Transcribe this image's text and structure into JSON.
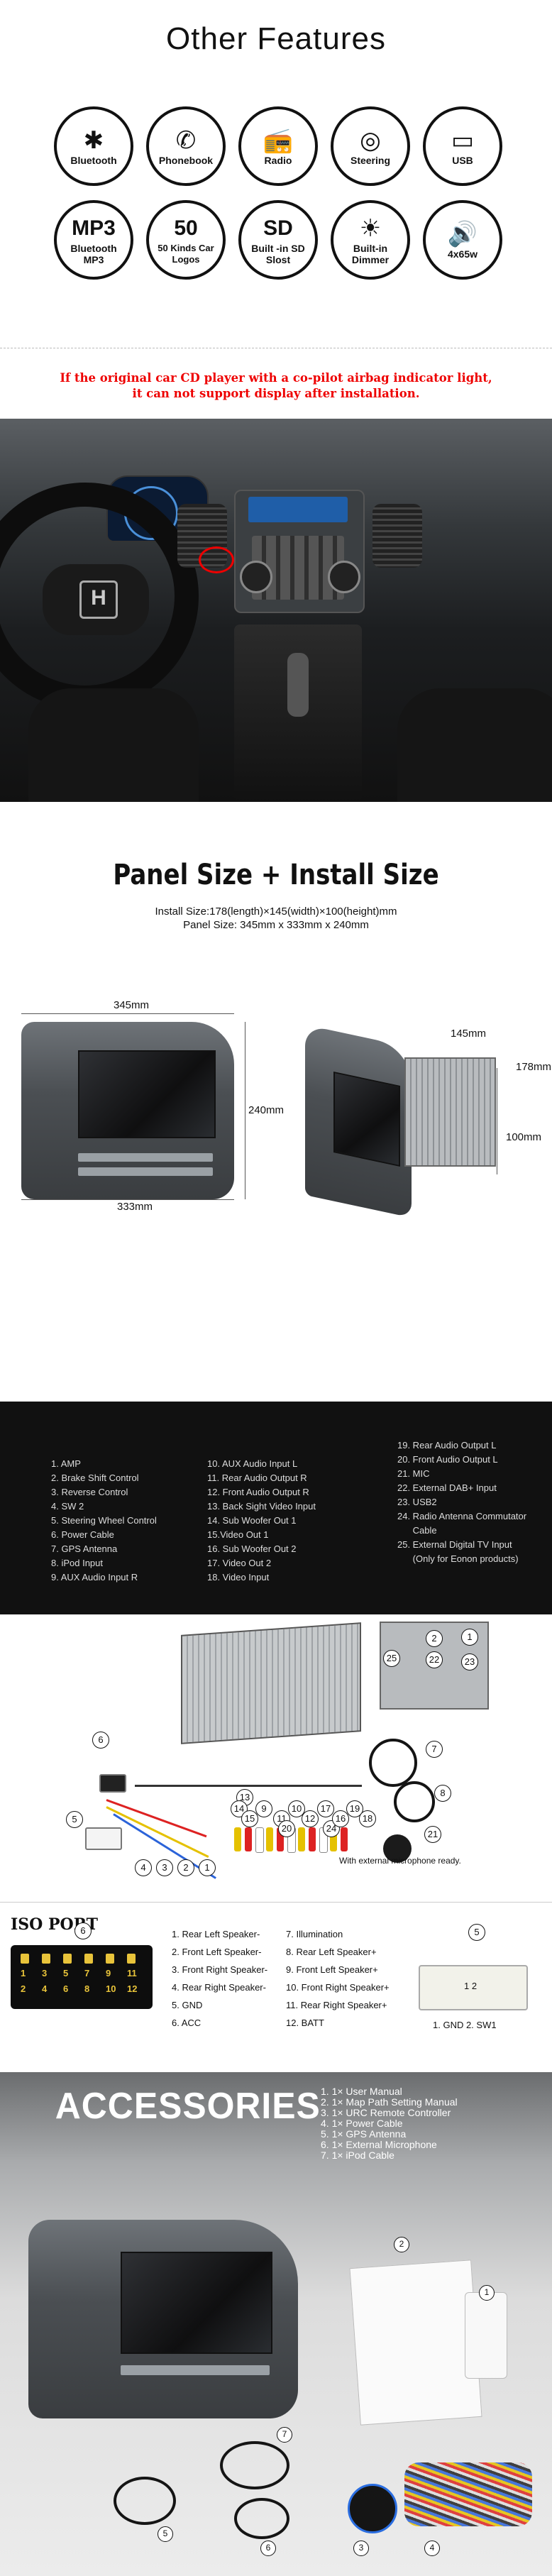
{
  "features": {
    "title": "Other Features",
    "items": [
      {
        "glyph": "✱",
        "label": "Bluetooth"
      },
      {
        "glyph": "✆",
        "label": "Phonebook"
      },
      {
        "glyph": "📻",
        "label": "Radio"
      },
      {
        "glyph": "◎",
        "label": "Steering"
      },
      {
        "glyph": "▭",
        "label": "USB"
      },
      {
        "glyph": "MP3",
        "label": "Bluetooth MP3"
      },
      {
        "glyph": "50",
        "label": "50 Kinds Car Logos"
      },
      {
        "glyph": "SD",
        "label": "Built -in SD Slost"
      },
      {
        "glyph": "☀",
        "label": "Built-in Dimmer"
      },
      {
        "glyph": "🔊",
        "label": "4x65w"
      }
    ]
  },
  "warning": {
    "line1": "If the original car CD player with a co-pilot airbag indicator light,",
    "line2": "it can not support display after installation."
  },
  "car_photo": {
    "logo": "H"
  },
  "panel": {
    "title": "Panel Size + Install Size",
    "install_size": "Install Size:178(length)×145(width)×100(height)mm",
    "panel_size": "Panel Size: 345mm x 333mm x 240mm",
    "dims": {
      "width": "345mm",
      "height": "240mm",
      "depth": "333mm",
      "rear_width": "145mm",
      "rear_length": "178mm",
      "rear_height": "100mm"
    }
  },
  "pins": {
    "col1": [
      "1. AMP",
      "2. Brake Shift Control",
      "3. Reverse Control",
      "4. SW 2",
      "5. Steering Wheel Control",
      "6. Power Cable",
      "7. GPS Antenna",
      "8. iPod Input",
      "9.  AUX Audio Input R"
    ],
    "col2": [
      "10. AUX Audio Input L",
      "11. Rear Audio Output R",
      "12. Front Audio Output R",
      "13. Back Sight Video Input",
      "14. Sub Woofer Out 1",
      "15.Video Out 1",
      "16. Sub Woofer Out 2",
      "17. Video Out 2",
      "18. Video Input"
    ],
    "col3": [
      "19. Rear Audio Output L",
      "20. Front Audio Output L",
      "21. MIC",
      "22. External DAB+ Input",
      "23. USB2",
      "24.  Radio Antenna Commutator",
      "      Cable",
      "25.  External Digital TV Input",
      "      (Only for Eonon products)"
    ]
  },
  "wiring": {
    "note": "With external microphone ready.",
    "labels": [
      "25",
      "2",
      "1",
      "23",
      "22",
      "8",
      "21",
      "24",
      "6",
      "5",
      "4",
      "3",
      "2",
      "1",
      "7",
      "13",
      "14",
      "15",
      "9",
      "11",
      "10",
      "12",
      "17",
      "16",
      "19",
      "18",
      "20"
    ]
  },
  "iso": {
    "title": "ISO PORT",
    "callout": "6",
    "right_callout": "5",
    "connector_labels": [
      "1",
      "3",
      "5",
      "7",
      "9",
      "11",
      "2",
      "4",
      "6",
      "8",
      "10",
      "12"
    ],
    "left_list": [
      "1. Rear Left Speaker-",
      "2. Front Left Speaker-",
      "3. Front Right Speaker-",
      "4. Rear Right Speaker-",
      "5. GND",
      "6. ACC"
    ],
    "right_list": [
      "7. Illumination",
      "8. Rear Left Speaker+",
      "9. Front Left Speaker+",
      "10. Front Right Speaker+",
      "11. Rear Right Speaker+",
      "12. BATT"
    ],
    "right_pins": "1 2",
    "right_label": "1. GND  2. SW1"
  },
  "accessories": {
    "title": "ACCESSORIES",
    "items": [
      "1. 1× User Manual",
      "2. 1× Map Path Setting Manual",
      "3. 1× URC Remote Controller",
      "4. 1× Power Cable",
      "5. 1× GPS Antenna",
      "6. 1× External Microphone",
      "7. 1× iPod Cable"
    ],
    "callouts": [
      "1",
      "2",
      "3",
      "4",
      "5",
      "6",
      "7"
    ]
  }
}
